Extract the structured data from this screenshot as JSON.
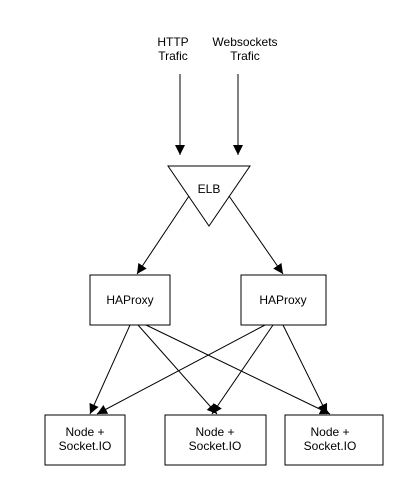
{
  "diagram": {
    "inputs": {
      "http": {
        "line1": "HTTP",
        "line2": "Trafic"
      },
      "websockets": {
        "line1": "Websockets",
        "line2": "Trafic"
      }
    },
    "elb": {
      "label": "ELB"
    },
    "haproxy": [
      {
        "label": "HAProxy"
      },
      {
        "label": "HAProxy"
      }
    ],
    "nodes": [
      {
        "line1": "Node +",
        "line2": "Socket.IO"
      },
      {
        "line1": "Node +",
        "line2": "Socket.IO"
      },
      {
        "line1": "Node +",
        "line2": "Socket.IO"
      }
    ],
    "colors": {
      "stroke": "#000000",
      "fill": "#ffffff",
      "text": "#000000"
    }
  }
}
